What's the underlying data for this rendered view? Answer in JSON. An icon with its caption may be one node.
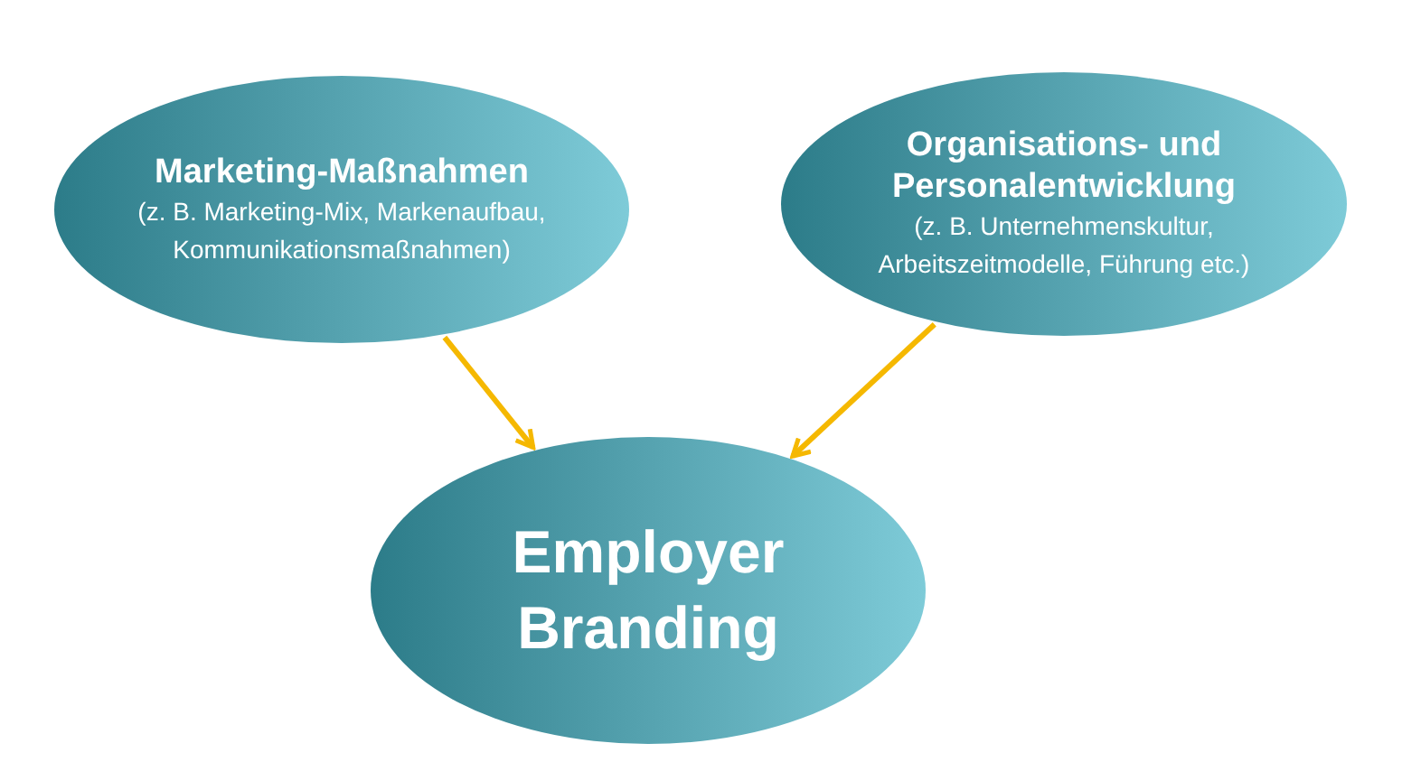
{
  "diagram": {
    "nodes": [
      {
        "text": [
          "Marketing-Maßnahmen",
          "(z. B. Marketing-Mix, Markenaufbau, Kommunikationsmaßnahmen)"
        ]
      },
      {
        "text": [
          "Organisations- und Personalentwicklung",
          "(z. B. Unternehmenskultur, Arbeitszeitmodelle, Führung etc.)"
        ]
      },
      {
        "text": [
          "Employer Branding"
        ]
      }
    ],
    "edges": [
      {
        "from": 0,
        "to": 2,
        "arrow": "to",
        "color": "#f5b800"
      },
      {
        "from": 1,
        "to": 2,
        "arrow": "to",
        "color": "#f5b800"
      }
    ]
  }
}
